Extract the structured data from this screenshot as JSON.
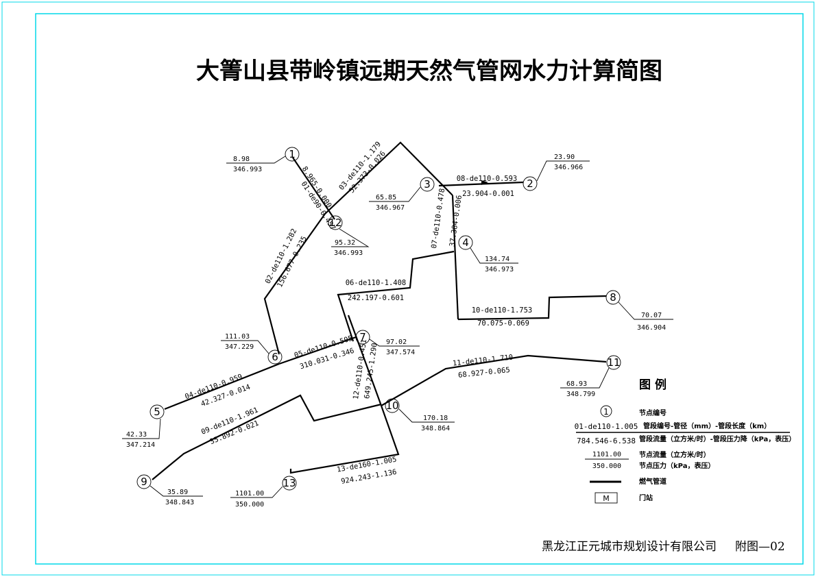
{
  "title": "大箐山县带岭镇远期天然气管网水力计算简图",
  "footer": {
    "company": "黑龙江正元城市规划设计有限公司",
    "sheet": "附图—02"
  },
  "nodes": [
    {
      "id": "1",
      "flow": "8.98",
      "pressure": "346.993"
    },
    {
      "id": "2",
      "flow": "23.90",
      "pressure": "346.966"
    },
    {
      "id": "3",
      "flow": "65.85",
      "pressure": "346.967"
    },
    {
      "id": "4",
      "flow": "134.74",
      "pressure": "346.973"
    },
    {
      "id": "5",
      "flow": "42.33",
      "pressure": "347.214"
    },
    {
      "id": "6",
      "flow": "111.03",
      "pressure": "347.229"
    },
    {
      "id": "7",
      "flow": "97.02",
      "pressure": "347.574"
    },
    {
      "id": "8",
      "flow": "70.07",
      "pressure": "346.904"
    },
    {
      "id": "9",
      "flow": "35.89",
      "pressure": "348.843"
    },
    {
      "id": "10",
      "flow": "170.18",
      "pressure": "348.864"
    },
    {
      "id": "11",
      "flow": "68.93",
      "pressure": "348.799"
    },
    {
      "id": "12",
      "flow": "95.32",
      "pressure": "346.993"
    },
    {
      "id": "13",
      "flow": "1101.00",
      "pressure": "350.000"
    }
  ],
  "pipes": [
    {
      "id": "01",
      "spec": "01-de90-0.457",
      "flow": "8.965-0.000"
    },
    {
      "id": "02",
      "spec": "02-de110-1.282",
      "flow": "156.677-0.235"
    },
    {
      "id": "03",
      "spec": "03-de110-1.179",
      "flow": "52.373-0.026"
    },
    {
      "id": "04",
      "spec": "04-de110-0.959",
      "flow": "42.327-0.014"
    },
    {
      "id": "05",
      "spec": "05-de110-0.505",
      "flow": "310.031-0.346"
    },
    {
      "id": "06",
      "spec": "06-de110-1.408",
      "flow": "242.197-0.601"
    },
    {
      "id": "07",
      "spec": "07-de110-0.478",
      "flow": "37.384-0.006"
    },
    {
      "id": "08",
      "spec": "08-de110-0.593",
      "flow": "23.904-0.001"
    },
    {
      "id": "09",
      "spec": "09-de110-1.961",
      "flow": "35.892-0.021"
    },
    {
      "id": "10",
      "spec": "10-de110-1.753",
      "flow": "70.075-0.069"
    },
    {
      "id": "11",
      "spec": "11-de110-1.710",
      "flow": "68.927-0.065"
    },
    {
      "id": "12",
      "spec": "12-de110-0.451",
      "flow": "649.245-1.290"
    },
    {
      "id": "13",
      "spec": "13-de160-1.005",
      "flow": "924.243-1.136"
    }
  ],
  "legend": {
    "title": "图 例",
    "node_symbol": "1",
    "node_label": "节点编号",
    "pipe_example_spec": "01-de110-1.005",
    "pipe_example_flow": "784.546-6.538",
    "pipe_spec_label": "管段编号-管径（mm）-管段长度（km）",
    "pipe_flow_label": "管段流量（立方米/时）-管段压力降（kPa，表压）",
    "node_example_flow": "1101.00",
    "node_example_pressure": "350.000",
    "node_flow_label": "节点流量（立方米/时）",
    "node_pressure_label": "节点压力（kPa，表压）",
    "pipeline_label": "燃气管道",
    "station_symbol": "M",
    "station_label": "门站"
  }
}
